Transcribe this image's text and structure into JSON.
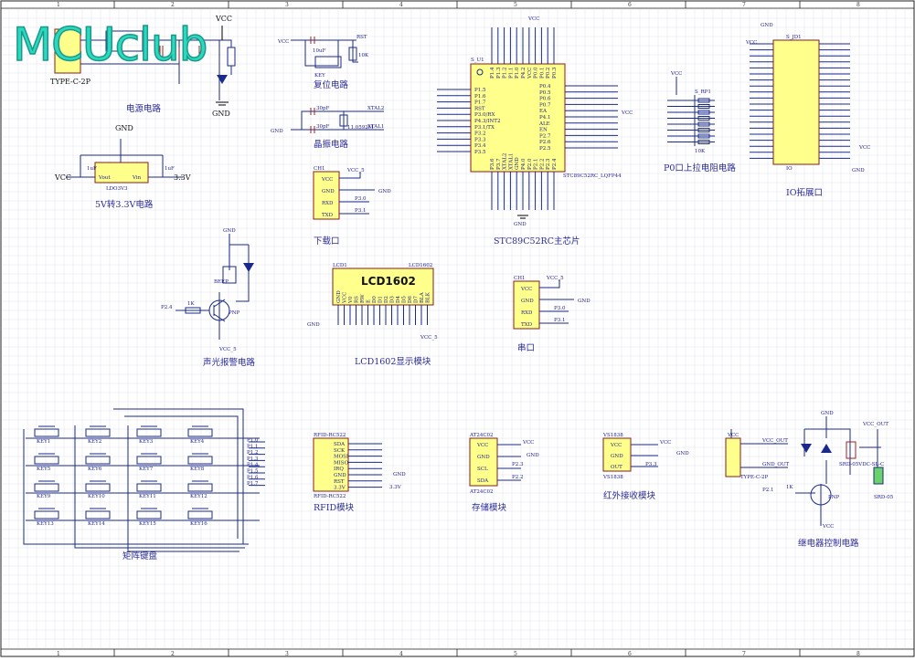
{
  "logo": "MCUclub",
  "ruler_top": [
    "1",
    "2",
    "3",
    "4",
    "5",
    "6",
    "7",
    "8"
  ],
  "blocks": {
    "power": "电源电路",
    "reset": "复位电路",
    "crystal": "晶振电路",
    "mcu": "STC89C52RC主芯片",
    "p0pullup": "P0口上拉电阻电路",
    "io_ext": "IO拓展口",
    "ldo": "5V转3.3V电路",
    "download": "下载口",
    "buzzer": "声光报警电路",
    "lcd": "LCD1602显示模块",
    "uart": "串口",
    "keypad": "矩阵键盘",
    "rfid": "RFID模块",
    "storage": "存储模块",
    "ir": "红外接收模块",
    "relay": "继电器控制电路"
  },
  "labels": {
    "vcc": "VCC",
    "gnd": "GND",
    "vcc5": "VCC_5",
    "v33": "3.3V",
    "typec": "TYPE-C-2P",
    "ldo_part": "LDO3V3",
    "ldo_vout": "Vout",
    "ldo_vin": "Vin",
    "cap1uf": "1uF",
    "mcu_ref": "S_U1",
    "mcu_part": "STC89C52RC_LQFP44",
    "crystal_freq": "11.0592M",
    "xtal1": "XTAL1",
    "xtal2": "XTAL2",
    "rst": "RST",
    "key": "KEY",
    "cap30pf": "30pF",
    "res10k": "10K",
    "cap10uf": "10uF",
    "lcd_title": "LCD1602",
    "lcd_ref": "LCD1",
    "lcd_pins": [
      "GND",
      "VCC",
      "V0",
      "RS",
      "RW",
      "E",
      "D0",
      "D1",
      "D2",
      "D3",
      "D4",
      "D5",
      "D6",
      "D7",
      "BLA",
      "BLK"
    ],
    "pnp": "PNP",
    "beep": "BEEP",
    "ch1": "CH1",
    "p24": "P2.4",
    "p21": "P2.1",
    "res1k": "1K",
    "rfid_part": "RFID-RC522",
    "rfid_pins": [
      "SDA",
      "SCK",
      "MOSI",
      "MISO",
      "IRQ",
      "GND",
      "RST",
      "3.3V"
    ],
    "storage_part": "AT24C02",
    "storage_pins": [
      "VCC",
      "GND",
      "SCL",
      "SDA"
    ],
    "ir_part": "VS1838",
    "ir_pins": [
      "VCC",
      "GND",
      "OUT"
    ],
    "relay_part": "SRD-05VDC-SL-C",
    "relay_short": "SRD-05",
    "vcc_out": "VCC_OUT",
    "gnd_out": "GND_OUT",
    "rp1": "S_RP1",
    "jd1": "S_JD1",
    "io": "IO",
    "uart_pins": [
      "VCC",
      "GND",
      "RXD",
      "TXD"
    ],
    "keys": [
      "KEY1",
      "KEY2",
      "KEY3",
      "KEY4",
      "KEY5",
      "KEY6",
      "KEY7",
      "KEY8",
      "KEY9",
      "KEY10",
      "KEY11",
      "KEY12",
      "KEY13",
      "KEY14",
      "KEY15",
      "KEY16"
    ],
    "keypad_nets": [
      "P1.0",
      "P1.1",
      "P1.2",
      "P1.3",
      "P1.4",
      "P1.5",
      "P1.6",
      "P1.7"
    ],
    "mcu_left_pins": [
      "P1.5",
      "P1.6",
      "P1.7",
      "RST",
      "P3.0/RX",
      "P4.3/INT2",
      "P3.1/TX",
      "P3.2",
      "P3.3",
      "P3.4",
      "P3.5"
    ],
    "mcu_right_pins": [
      "P0.4",
      "P0.5",
      "P0.6",
      "P0.7",
      "EA",
      "P4.1",
      "ALE",
      "EN",
      "P2.7",
      "P2.6",
      "P2.5"
    ],
    "mcu_top_pins": [
      "P1.4",
      "P1.3",
      "P1.2",
      "P1.1",
      "P1.0",
      "P4.2",
      "VCC",
      "P0.0",
      "P0.1",
      "P0.2",
      "P0.3"
    ],
    "mcu_bottom_pins": [
      "P3.6",
      "P3.7",
      "XTAL2",
      "XTAL1",
      "GND",
      "P4.0",
      "P2.0",
      "P2.1",
      "P2.2",
      "P2.3",
      "P2.4"
    ],
    "p3_0": "P3.0",
    "p3_1": "P3.1",
    "p2_3": "P2.3",
    "p2_2": "P2.2",
    "p3_3": "P3.3"
  }
}
